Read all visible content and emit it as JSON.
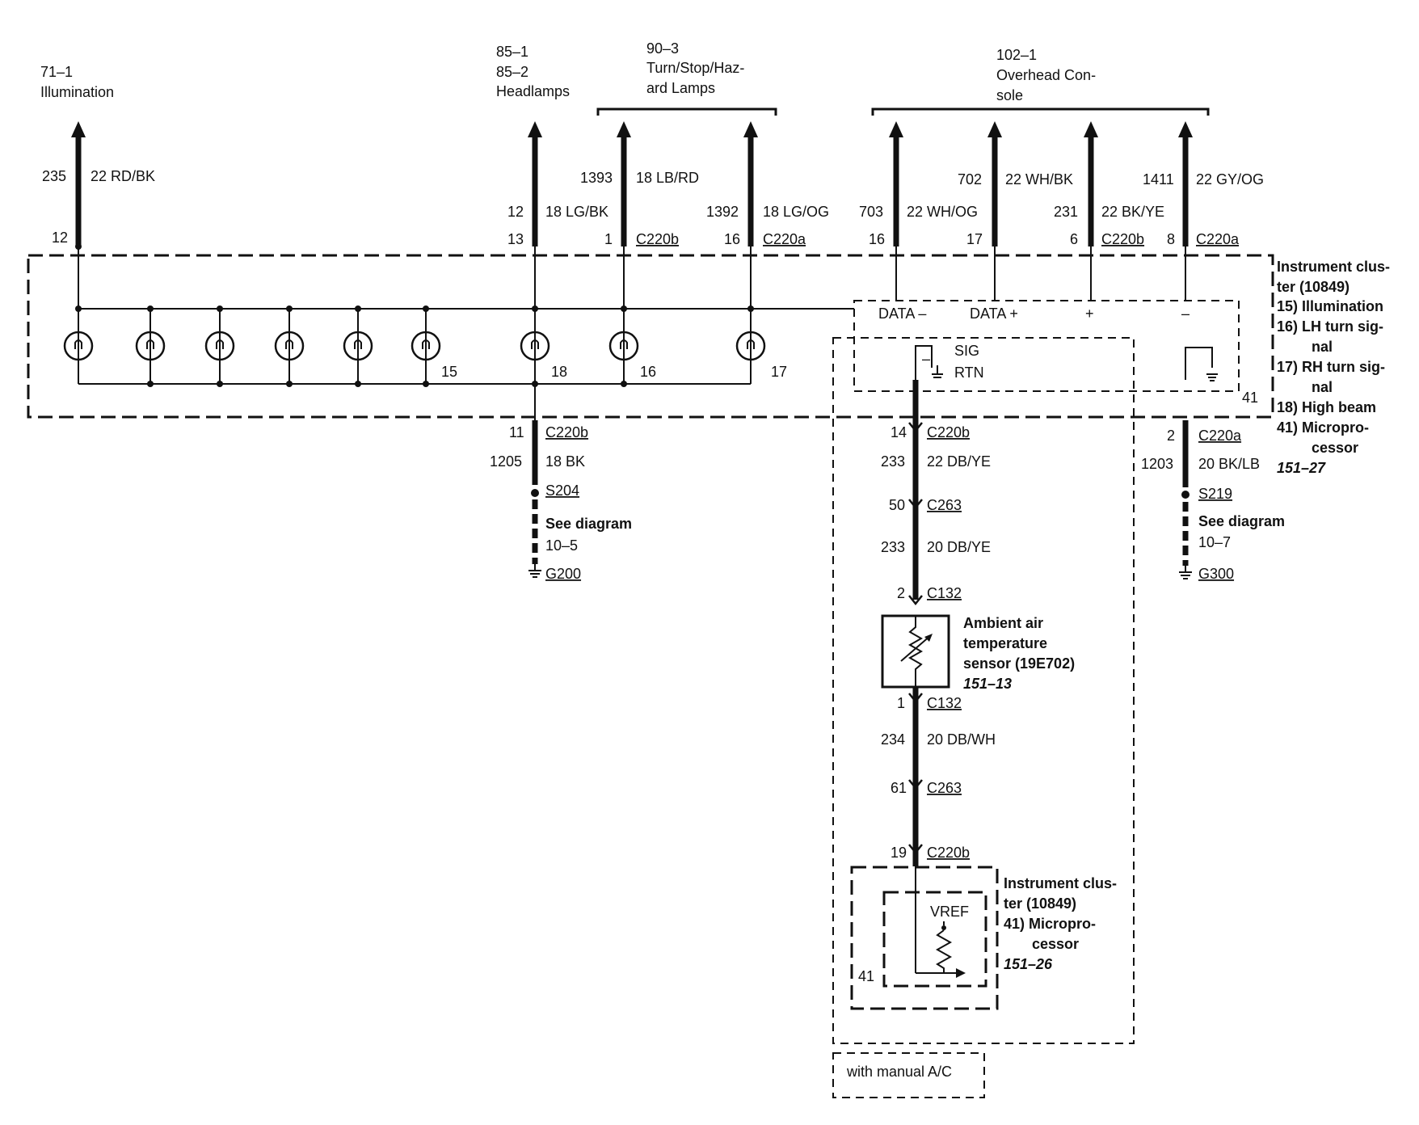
{
  "destinations": {
    "illumination": {
      "ref": "71–1",
      "name": "Illumination"
    },
    "headlamps": {
      "ref1": "85–1",
      "ref2": "85–2",
      "name": "Headlamps"
    },
    "turn": {
      "ref": "90–3",
      "name1": "Turn/Stop/Haz-",
      "name2": "ard Lamps"
    },
    "overhead": {
      "ref": "102–1",
      "name1": "Overhead Con-",
      "name2": "sole"
    }
  },
  "wires": {
    "w235": {
      "circuit": "235",
      "spec": "22 RD/BK",
      "pin": "12"
    },
    "w12": {
      "circuit": "12",
      "spec": "18 LG/BK",
      "pin": "13"
    },
    "w1393": {
      "circuit": "1393",
      "spec": "18 LB/RD",
      "pin": "1",
      "connector": "C220b"
    },
    "w1392": {
      "circuit": "1392",
      "spec": "18 LG/OG",
      "pin": "16",
      "connector": "C220a"
    },
    "w703": {
      "circuit": "703",
      "spec": "22 WH/OG",
      "pin": "16"
    },
    "w702": {
      "circuit": "702",
      "spec": "22 WH/BK",
      "pin": "17"
    },
    "w231": {
      "circuit": "231",
      "spec": "22 BK/YE",
      "pin": "6",
      "connector": "C220b"
    },
    "w1411": {
      "circuit": "1411",
      "spec": "22 GY/OG",
      "pin": "8",
      "connector": "C220a"
    }
  },
  "cluster": {
    "lamp_labels": [
      "15",
      "18",
      "16",
      "17"
    ],
    "data_minus": "DATA –",
    "data_plus": "DATA +",
    "plus": "+",
    "minus": "–",
    "sig": "SIG",
    "rtn": "RTN",
    "sig_minus": "–",
    "pin41": "41",
    "legend": [
      "Instrument clus-",
      "ter (10849)",
      "15) Illumination",
      "16) LH turn sig-",
      "nal",
      "17) RH turn sig-",
      "nal",
      "18) High beam",
      "41) Micropro-",
      "cessor",
      "151–27"
    ]
  },
  "ground_left": {
    "pin": "11",
    "connector": "C220b",
    "circuit": "1205",
    "spec": "18 BK",
    "splice": "S204",
    "see1": "See diagram",
    "see2": "10–5",
    "ground": "G200"
  },
  "ground_right": {
    "pin": "2",
    "connector": "C220a",
    "circuit": "1203",
    "spec": "20 BK/LB",
    "splice": "S219",
    "see1": "See diagram",
    "see2": "10–7",
    "ground": "G300"
  },
  "sensor_run": {
    "p1": "14",
    "c1": "C220b",
    "circ1": "233",
    "spec1": "22 DB/YE",
    "p2": "50",
    "c2": "C263",
    "circ2": "233",
    "spec2": "20 DB/YE",
    "p3": "2",
    "c3": "C132",
    "sensor1": "Ambient air",
    "sensor2": "temperature",
    "sensor3": "sensor (19E702)",
    "sensor4": "151–13",
    "p4": "1",
    "c4": "C132",
    "circ3": "234",
    "spec3": "20 DB/WH",
    "p5": "61",
    "c5": "C263",
    "p6": "19",
    "c6": "C220b"
  },
  "micro": {
    "vref": "VREF",
    "pin": "41",
    "l1": "Instrument clus-",
    "l2": "ter (10849)",
    "l3": "41)  Micropro-",
    "l4": "cessor",
    "l5": "151–26"
  },
  "note": "with manual A/C"
}
